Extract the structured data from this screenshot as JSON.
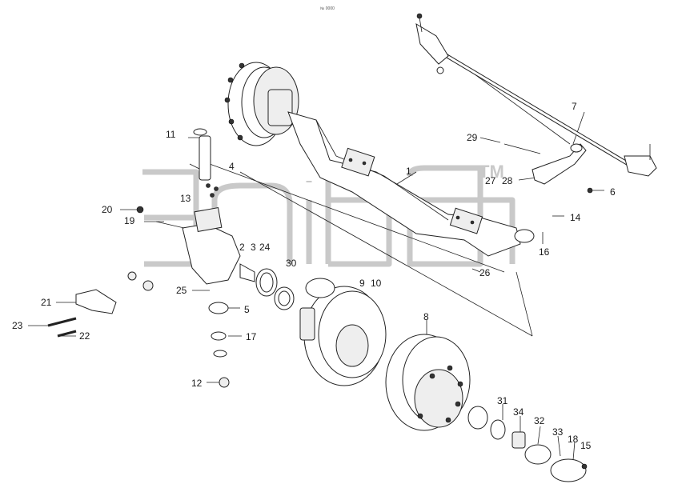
{
  "header": {
    "code": "№ 0000"
  },
  "watermark": {
    "text": "TM"
  },
  "callouts": [
    {
      "id": "c1",
      "text": "1"
    },
    {
      "id": "c2",
      "text": "2"
    },
    {
      "id": "c3",
      "text": "3"
    },
    {
      "id": "c4",
      "text": "4"
    },
    {
      "id": "c5",
      "text": "5"
    },
    {
      "id": "c6",
      "text": "6"
    },
    {
      "id": "c7",
      "text": "7"
    },
    {
      "id": "c8",
      "text": "8"
    },
    {
      "id": "c9",
      "text": "9"
    },
    {
      "id": "c10",
      "text": "10"
    },
    {
      "id": "c11",
      "text": "11"
    },
    {
      "id": "c12",
      "text": "12"
    },
    {
      "id": "c13",
      "text": "13"
    },
    {
      "id": "c14",
      "text": "14"
    },
    {
      "id": "c15",
      "text": "15"
    },
    {
      "id": "c16",
      "text": "16"
    },
    {
      "id": "c17",
      "text": "17"
    },
    {
      "id": "c18",
      "text": "18"
    },
    {
      "id": "c19",
      "text": "19"
    },
    {
      "id": "c20",
      "text": "20"
    },
    {
      "id": "c21",
      "text": "21"
    },
    {
      "id": "c22",
      "text": "22"
    },
    {
      "id": "c23",
      "text": "23"
    },
    {
      "id": "c24",
      "text": "24"
    },
    {
      "id": "c25",
      "text": "25"
    },
    {
      "id": "c26",
      "text": "26"
    },
    {
      "id": "c27",
      "text": "27"
    },
    {
      "id": "c28",
      "text": "28"
    },
    {
      "id": "c29",
      "text": "29"
    },
    {
      "id": "c30",
      "text": "30"
    },
    {
      "id": "c31",
      "text": "31"
    },
    {
      "id": "c32",
      "text": "32"
    },
    {
      "id": "c33",
      "text": "33"
    },
    {
      "id": "c34",
      "text": "34"
    }
  ]
}
